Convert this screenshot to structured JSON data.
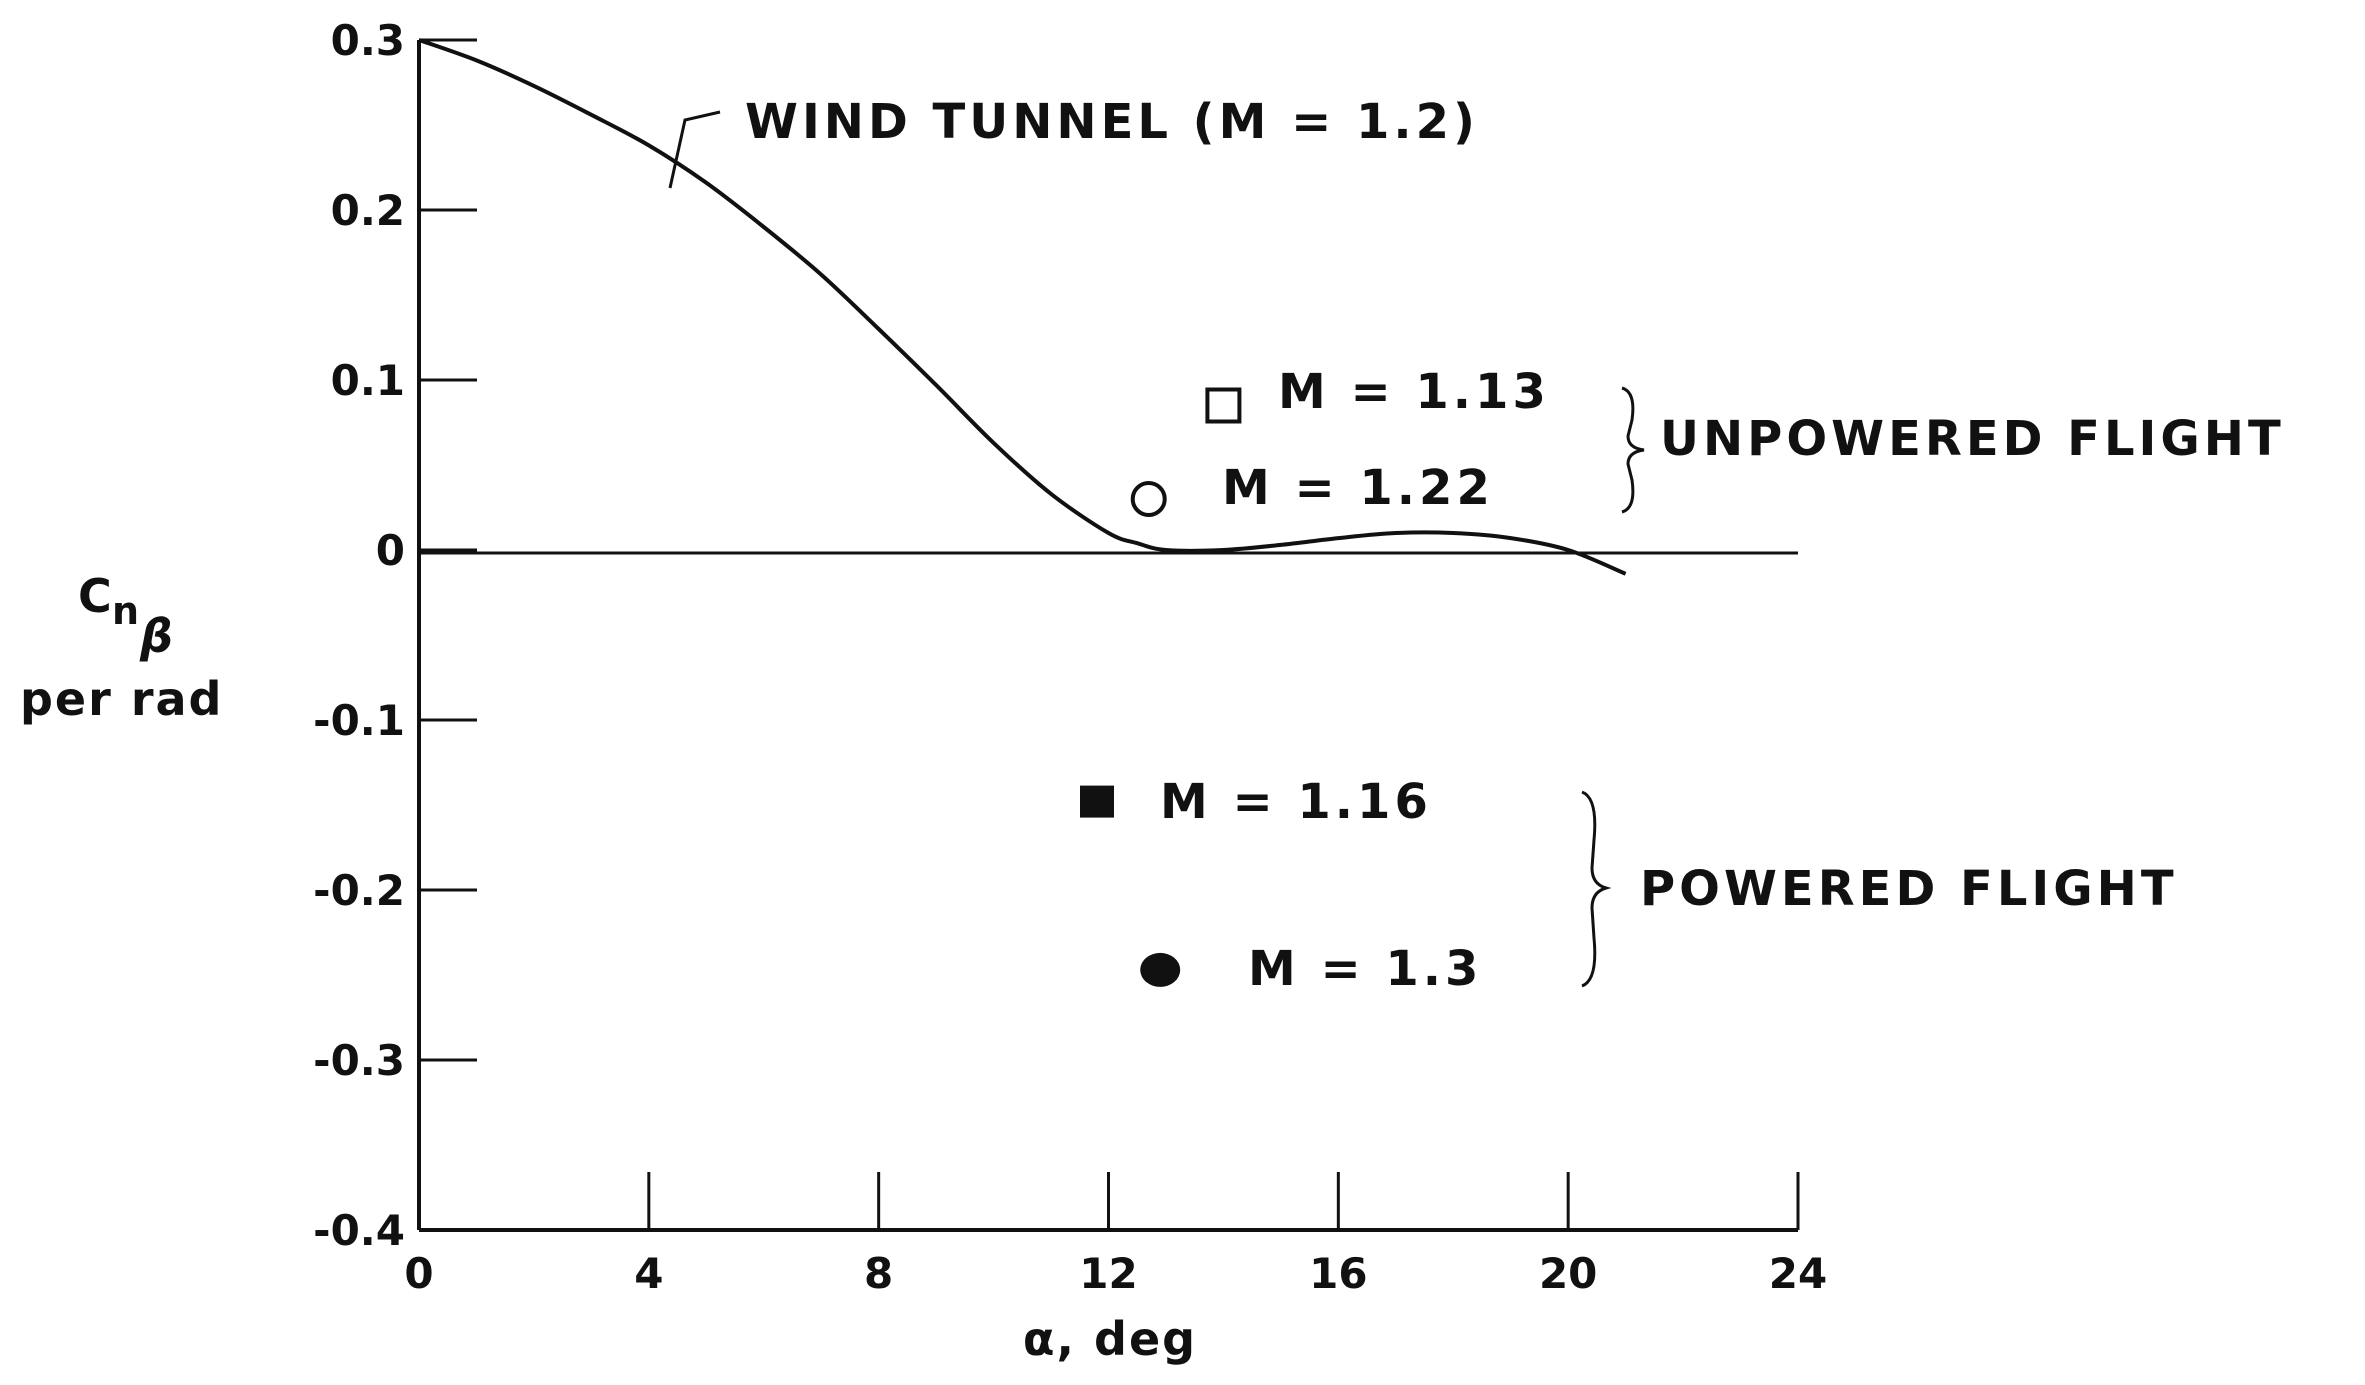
{
  "chart_data": {
    "type": "scatter",
    "xlabel": "α, deg",
    "ylabel": "Cnβ per rad",
    "ylabel_parts": {
      "main": "C",
      "sub1": "n",
      "sub2": "β",
      "unit": "per rad"
    },
    "xlim": [
      0,
      24
    ],
    "ylim": [
      -0.4,
      0.3
    ],
    "xticks": [
      0,
      4,
      8,
      12,
      16,
      20,
      24
    ],
    "xtick_labels": [
      "0",
      "4",
      "8",
      "12",
      "16",
      "20",
      "24"
    ],
    "yticks": [
      0.3,
      0.2,
      0.1,
      0,
      -0.1,
      -0.2,
      -0.3,
      -0.4
    ],
    "ytick_labels": [
      "0.3",
      "0.2",
      "0.1",
      "0",
      "-0.1",
      "-0.2",
      "-0.3",
      "-0.4"
    ],
    "grid": false,
    "series": [
      {
        "name": "WIND TUNNEL (M = 1.2)",
        "kind": "line",
        "x": [
          0,
          1,
          2,
          3,
          4,
          5,
          6,
          7,
          8,
          9,
          10,
          11,
          12,
          12.5,
          13,
          14,
          15,
          16,
          17,
          18,
          19,
          20,
          21
        ],
        "y": [
          0.3,
          0.288,
          0.273,
          0.256,
          0.238,
          0.216,
          0.19,
          0.162,
          0.13,
          0.097,
          0.063,
          0.033,
          0.01,
          0.004,
          0.0,
          0.0,
          0.003,
          0.007,
          0.01,
          0.01,
          0.007,
          0.0,
          -0.014
        ]
      },
      {
        "name": "M = 1.13",
        "marker": "square-open",
        "x": [
          14
        ],
        "y": [
          0.085
        ]
      },
      {
        "name": "M = 1.22",
        "marker": "circle-open",
        "x": [
          12.7
        ],
        "y": [
          0.03
        ]
      },
      {
        "name": "M = 1.16",
        "marker": "square-filled",
        "x": [
          11.8
        ],
        "y": [
          -0.148
        ]
      },
      {
        "name": "M = 1.3",
        "marker": "circle-filled",
        "x": [
          12.9
        ],
        "y": [
          -0.247
        ]
      }
    ],
    "groups": [
      "UNPOWERED FLIGHT",
      "POWERED FLIGHT"
    ]
  }
}
